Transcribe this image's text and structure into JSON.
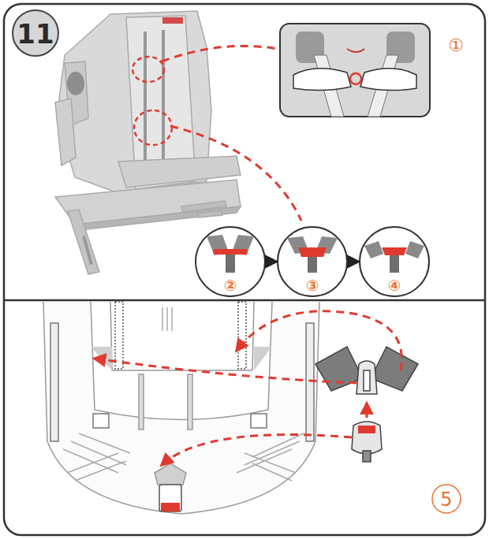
{
  "diagram": {
    "labels": [
      "11",
      "①",
      "②",
      "③",
      "④",
      "5"
    ]
  }
}
